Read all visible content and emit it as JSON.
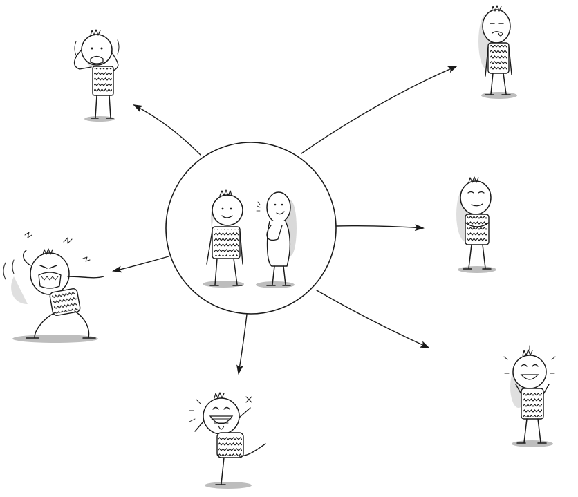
{
  "diagram": {
    "center": {
      "figures": [
        "figure-a",
        "figure-b"
      ]
    },
    "outcomes": [
      {
        "id": "worried",
        "emotion": "worried"
      },
      {
        "id": "disgusted",
        "emotion": "disgusted"
      },
      {
        "id": "smug",
        "emotion": "smug"
      },
      {
        "id": "happy",
        "emotion": "happy"
      },
      {
        "id": "ecstatic",
        "emotion": "ecstatic"
      },
      {
        "id": "furious",
        "emotion": "furious"
      }
    ]
  },
  "colors": {
    "ink": "#1a1a1a",
    "shadow": "#c9c9c9",
    "ground": "#bdbdbd",
    "background": "#ffffff"
  },
  "icons": [
    "person-icon"
  ]
}
